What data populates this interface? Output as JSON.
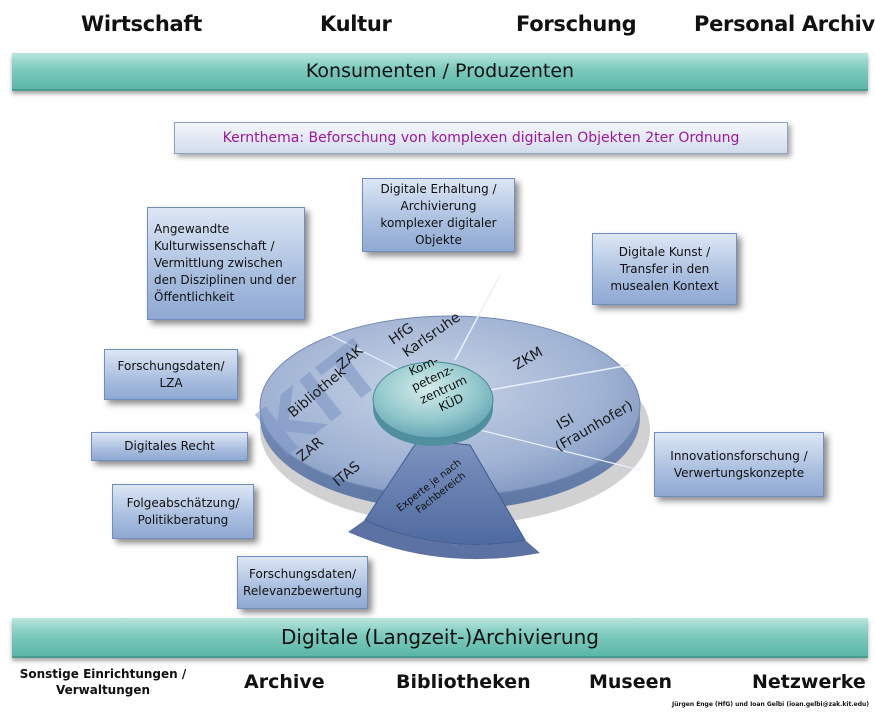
{
  "top_categories": [
    "Wirtschaft",
    "Kultur",
    "Forschung",
    "Personal Archiving"
  ],
  "band_top": "Konsumenten / Produzenten",
  "kernthema": "Kernthema: Beforschung von komplexen digitalen Objekten 2ter Ordnung",
  "boxes": {
    "erhaltung": "Digitale Erhaltung / Archivierung komplexer digitaler Objekte",
    "kultur": "Angewandte Kulturwissenschaft / Vermittlung zwischen den Disziplinen und der Öffentlichkeit",
    "kunst": "Digitale Kunst / Transfer in den musealen Kontext",
    "forschungsdaten_lza": "Forschungsdaten/ LZA",
    "recht": "Digitales Recht",
    "folgen": "Folgeabschätzung/ Politikberatung",
    "relevanz": "Forschungsdaten/ Relevanzbewertung",
    "innovation": "Innovationsforschung / Verwertungskonzepte"
  },
  "disc": {
    "kit": "KIT",
    "zak": "ZAK",
    "hfg": "HfG Karlsruhe",
    "zkm": "ZKM",
    "isi": "ISI (Fraunhofer)",
    "bibliothek": "Bibliothek",
    "zar": "ZAR",
    "itas": "ITAS",
    "experte": "Experte je nach Fachbereich",
    "center_l1": "Kom-",
    "center_l2": "petenz-",
    "center_l3": "zentrum",
    "center_l4": "KÜD"
  },
  "band_bottom": "Digitale (Langzeit-)Archivierung",
  "bottom_categories": {
    "sonstige": "Sonstige Einrichtungen / Verwaltungen",
    "archive": "Archive",
    "bibliotheken": "Bibliotheken",
    "museen": "Museen",
    "netzwerke": "Netzwerke"
  },
  "credit": "Jürgen Enge (HfG) und Ioan Gelbi (ioan.gelbi@zak.kit.edu)",
  "colors": {
    "band": "#7ccabd",
    "box": "#a9bedf",
    "disc": "#8fa6c9",
    "center": "#7fb9c6",
    "kern_text": "#9b1a9b"
  }
}
